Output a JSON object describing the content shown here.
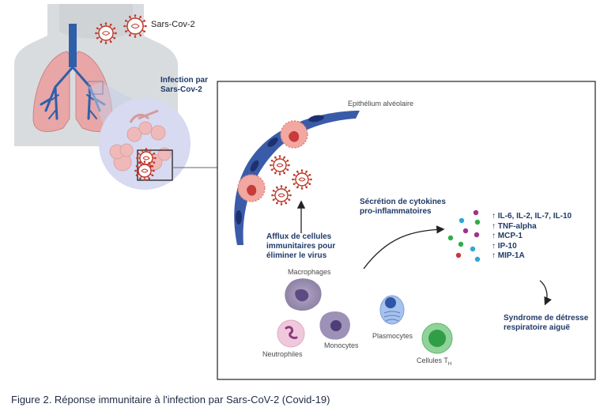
{
  "virus_label": "Sars-Cov-2",
  "infection_label": [
    "Infection par",
    "Sars-Cov-2"
  ],
  "epithelium_label": "Epithélium alvéolaire",
  "cytokine_secretion_label": [
    "Sécrétion de cytokines",
    "pro-inflammatoires"
  ],
  "cytokines": [
    "↑ IL-6, IL-2, IL-7, IL-10",
    "↑ TNF-alpha",
    "↑ MCP-1",
    "↑ IP-10",
    "↑ MIP-1A"
  ],
  "influx_label": [
    "Afflux de cellules",
    "immunitaires pour",
    "éliminer le virus"
  ],
  "cells": {
    "macrophages": "Macrophages",
    "monocytes": "Monocytes",
    "neutrophiles": "Neutrophiles",
    "plasmocytes": "Plasmocytes",
    "cellules_th": "Cellules T",
    "cellules_th_sub": "H"
  },
  "syndrome_label": [
    "Syndrome de détresse",
    "respiratoire aiguë"
  ],
  "caption": "Figure 2. Réponse immunitaire à l'infection par Sars-CoV-2 (Covid-19)",
  "colors": {
    "label_blue": "#1f3a68",
    "virus_red": "#c0392b",
    "epithelium_blue": "#2e4f9a",
    "lung_pink": "#e8a6a6"
  }
}
